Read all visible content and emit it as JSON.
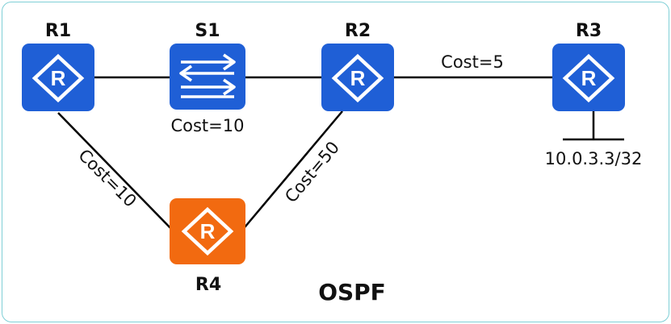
{
  "colors": {
    "router_blue": "#1f5fd6",
    "router_orange": "#f26a10",
    "icon_white": "#ffffff",
    "link": "#000000",
    "frame_border": "#7fcfd6"
  },
  "devices": {
    "r1": {
      "name": "R1",
      "icon": "router-icon",
      "glyph": "R"
    },
    "s1": {
      "name": "S1",
      "icon": "switch-icon"
    },
    "r2": {
      "name": "R2",
      "icon": "router-icon",
      "glyph": "R"
    },
    "r3": {
      "name": "R3",
      "icon": "router-icon",
      "glyph": "R"
    },
    "r4": {
      "name": "R4",
      "icon": "router-icon",
      "glyph": "R"
    }
  },
  "links": {
    "s1_cost": "Cost=10",
    "r2_r3_cost": "Cost=5",
    "r1_r4_cost": "Cost=10",
    "r2_r4_cost": "Cost=50"
  },
  "network": {
    "loopback": "10.0.3.3/32"
  },
  "protocol": "OSPF"
}
